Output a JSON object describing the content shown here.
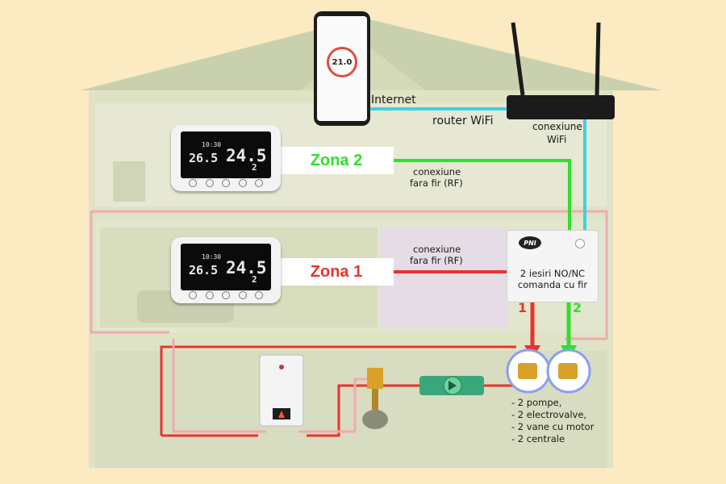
{
  "labels": {
    "internet": "Internet",
    "router_wifi": "router WiFi",
    "conexiune_wifi_1": "conexiune",
    "conexiune_wifi_2": "WiFi",
    "rf_top_1": "conexiune",
    "rf_top_2": "fara fir (RF)",
    "rf_bottom_1": "conexiune",
    "rf_bottom_2": "fara fir (RF)",
    "zona2": "Zona 2",
    "zona1": "Zona 1",
    "output1": "1",
    "output2": "2"
  },
  "controller": {
    "logo": "PNI",
    "line1": "2 iesiri NO/NC",
    "line2": "comanda cu fir"
  },
  "phone": {
    "setpoint": "21.0"
  },
  "thermostat_top": {
    "time": "10:30",
    "temp_small": "26.5",
    "temp_big": "24.5",
    "program": "2"
  },
  "thermostat_bottom": {
    "time": "10:30",
    "temp_small": "26.5",
    "temp_big": "24.5",
    "program": "2"
  },
  "options": [
    "- 2 pompe,",
    "- 2 electrovalve,",
    "- 2 vane cu motor",
    "- 2 centrale"
  ],
  "colors": {
    "zona1": "#e8342b",
    "zona2": "#2ee02a",
    "internet": "#36d4e6"
  }
}
